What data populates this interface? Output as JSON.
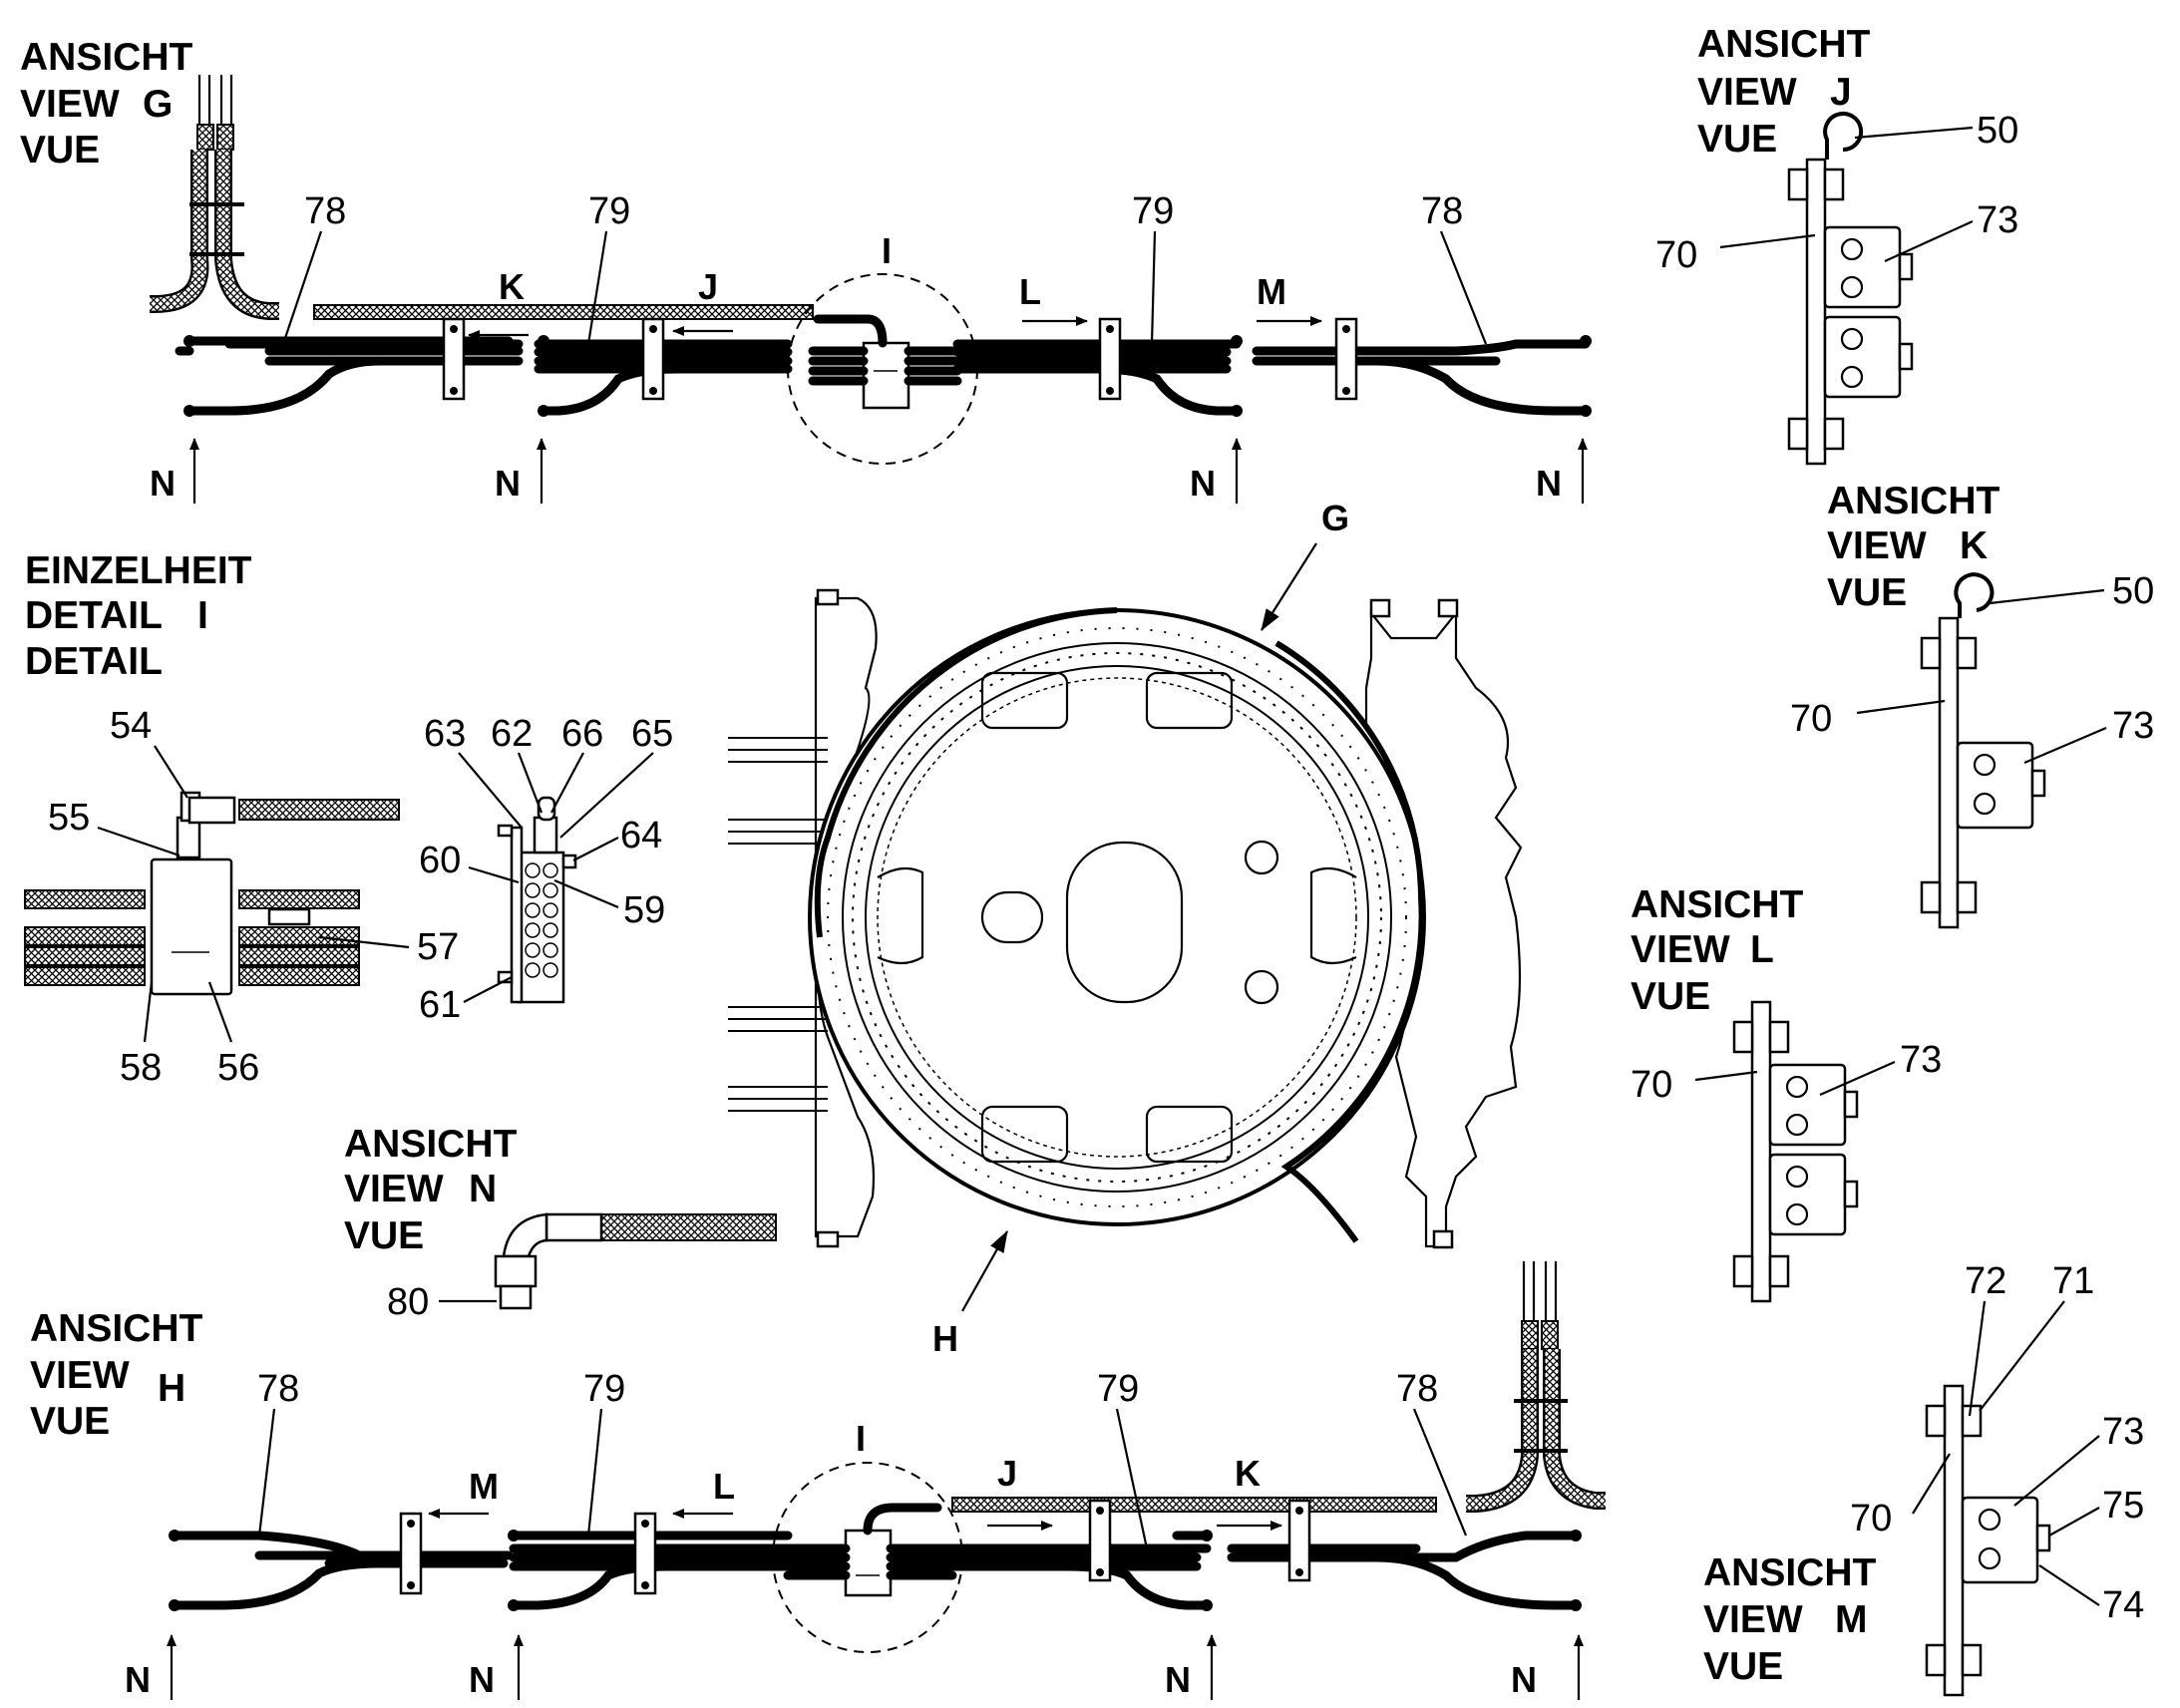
{
  "view_g": {
    "l1": "ANSICHT",
    "l2": "VIEW",
    "l3": "VUE",
    "letter": "G"
  },
  "view_h": {
    "l1": "ANSICHT",
    "l2": "VIEW",
    "l3": "VUE",
    "letter": "H"
  },
  "view_j": {
    "l1": "ANSICHT",
    "l2": "VIEW",
    "l3": "VUE",
    "letter": "J"
  },
  "view_k": {
    "l1": "ANSICHT",
    "l2": "VIEW",
    "l3": "VUE",
    "letter": "K"
  },
  "view_l": {
    "l1": "ANSICHT",
    "l2": "VIEW",
    "l3": "VUE",
    "letter": "L"
  },
  "view_m": {
    "l1": "ANSICHT",
    "l2": "VIEW",
    "l3": "VUE",
    "letter": "M"
  },
  "view_n": {
    "l1": "ANSICHT",
    "l2": "VIEW",
    "l3": "VUE",
    "letter": "N"
  },
  "detail_i": {
    "l1": "EINZELHEIT",
    "l2": "DETAIL",
    "l3": "DETAIL",
    "letter": "I"
  },
  "arrows": {
    "g": "G",
    "h": "H",
    "i": "I",
    "j": "J",
    "k": "K",
    "l": "L",
    "m": "M",
    "n": "N"
  },
  "parts": {
    "p50": "50",
    "p54": "54",
    "p55": "55",
    "p56": "56",
    "p57": "57",
    "p58": "58",
    "p59": "59",
    "p60": "60",
    "p61": "61",
    "p62": "62",
    "p63": "63",
    "p64": "64",
    "p65": "65",
    "p66": "66",
    "p70": "70",
    "p71": "71",
    "p72": "72",
    "p73": "73",
    "p74": "74",
    "p75": "75",
    "p78": "78",
    "p79": "79",
    "p80": "80"
  },
  "colors": {
    "ink": "#000000",
    "paper": "#ffffff"
  }
}
